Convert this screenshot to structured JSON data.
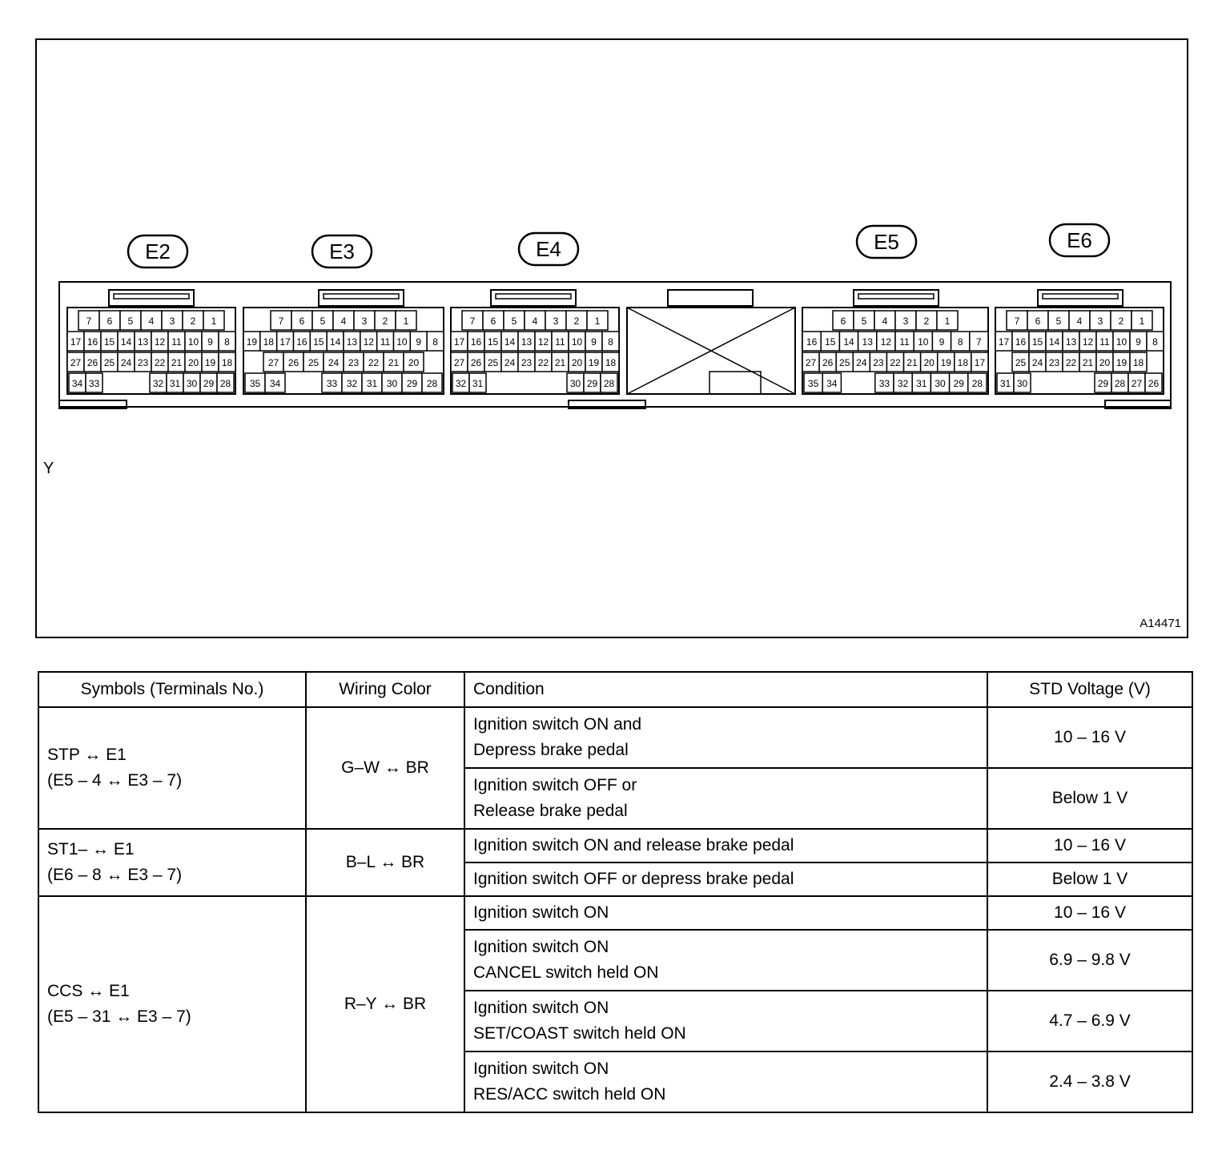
{
  "diagram": {
    "connectors": [
      {
        "label": "E2",
        "rows": [
          [
            "7",
            "6",
            "5",
            "4",
            "3",
            "2",
            "1"
          ],
          [
            "17",
            "16",
            "15",
            "14",
            "13",
            "12",
            "11",
            "10",
            "9",
            "8"
          ],
          [
            "27",
            "26",
            "25",
            "24",
            "23",
            "22",
            "21",
            "20",
            "19",
            "18"
          ],
          [
            "34",
            "33",
            "32",
            "31",
            "30",
            "29",
            "28"
          ]
        ]
      },
      {
        "label": "E3",
        "rows": [
          [
            "7",
            "6",
            "5",
            "4",
            "3",
            "2",
            "1"
          ],
          [
            "19",
            "18",
            "17",
            "16",
            "15",
            "14",
            "13",
            "12",
            "11",
            "10",
            "9",
            "8"
          ],
          [
            "27",
            "26",
            "25",
            "24",
            "23",
            "22",
            "21",
            "20"
          ],
          [
            "35",
            "34",
            "33",
            "32",
            "31",
            "30",
            "29",
            "28"
          ]
        ]
      },
      {
        "label": "E4",
        "rows": [
          [
            "7",
            "6",
            "5",
            "4",
            "3",
            "2",
            "1"
          ],
          [
            "17",
            "16",
            "15",
            "14",
            "13",
            "12",
            "11",
            "10",
            "9",
            "8"
          ],
          [
            "27",
            "26",
            "25",
            "24",
            "23",
            "22",
            "21",
            "20",
            "19",
            "18"
          ],
          [
            "32",
            "31",
            "30",
            "29",
            "28"
          ]
        ]
      },
      {
        "label": "E5",
        "rows": [
          [
            "6",
            "5",
            "4",
            "3",
            "2",
            "1"
          ],
          [
            "16",
            "15",
            "14",
            "13",
            "12",
            "11",
            "10",
            "9",
            "8",
            "7"
          ],
          [
            "27",
            "26",
            "25",
            "24",
            "23",
            "22",
            "21",
            "20",
            "19",
            "18",
            "17"
          ],
          [
            "35",
            "34",
            "33",
            "32",
            "31",
            "30",
            "29",
            "28"
          ]
        ]
      },
      {
        "label": "E6",
        "rows": [
          [
            "7",
            "6",
            "5",
            "4",
            "3",
            "2",
            "1"
          ],
          [
            "17",
            "16",
            "15",
            "14",
            "13",
            "12",
            "11",
            "10",
            "9",
            "8"
          ],
          [
            "25",
            "24",
            "23",
            "22",
            "21",
            "20",
            "19",
            "18"
          ],
          [
            "31",
            "30",
            "29",
            "28",
            "27",
            "26"
          ]
        ]
      }
    ],
    "side_label": "Y",
    "figure_id": "A14471"
  },
  "table": {
    "headers": {
      "symbols": "Symbols (Terminals No.)",
      "wiring": "Wiring Color",
      "condition": "Condition",
      "voltage": "STD Voltage (V)"
    },
    "groups": [
      {
        "symbol": "STP ↔ E1",
        "terminals": "(E5 – 4 ↔ E3 – 7)",
        "wiring": "G–W ↔ BR",
        "rows": [
          {
            "condition": [
              "Ignition switch ON and",
              "Depress brake pedal"
            ],
            "voltage": "10 – 16 V"
          },
          {
            "condition": [
              "Ignition switch OFF or",
              "Release brake pedal"
            ],
            "voltage": "Below 1 V"
          }
        ]
      },
      {
        "symbol": "ST1– ↔ E1",
        "terminals": "(E6 – 8 ↔ E3 – 7)",
        "wiring": "B–L ↔ BR",
        "rows": [
          {
            "condition": [
              "Ignition switch ON and release brake pedal"
            ],
            "voltage": "10 – 16 V"
          },
          {
            "condition": [
              "Ignition switch OFF or depress brake pedal"
            ],
            "voltage": "Below 1 V"
          }
        ]
      },
      {
        "symbol": "CCS ↔ E1",
        "terminals": "(E5 – 31 ↔ E3 – 7)",
        "wiring": "R–Y ↔ BR",
        "rows": [
          {
            "condition": [
              "Ignition switch ON"
            ],
            "voltage": "10 – 16 V"
          },
          {
            "condition": [
              "Ignition switch ON",
              "CANCEL switch held ON"
            ],
            "voltage": "6.9 – 9.8 V"
          },
          {
            "condition": [
              "Ignition switch ON",
              "SET/COAST switch held ON"
            ],
            "voltage": "4.7 – 6.9 V"
          },
          {
            "condition": [
              "Ignition switch ON",
              "RES/ACC switch held ON"
            ],
            "voltage": "2.4 – 3.8 V"
          }
        ]
      }
    ]
  }
}
